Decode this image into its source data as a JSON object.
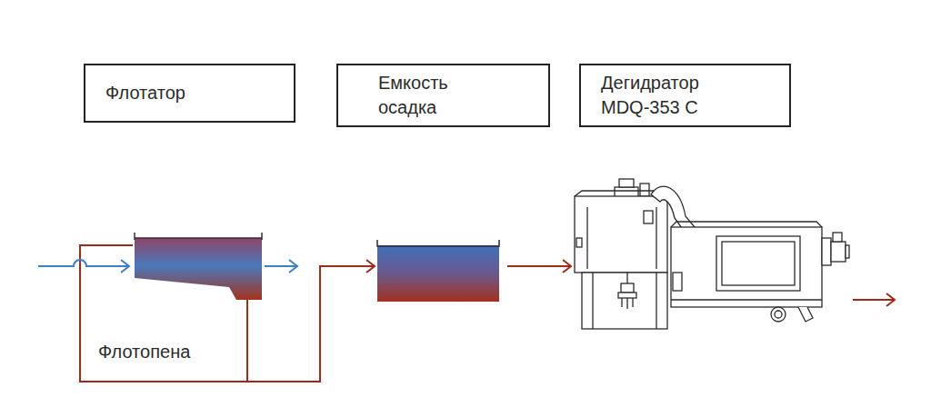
{
  "diagram": {
    "nodes": [
      {
        "text": [
          "Флотатор"
        ]
      },
      {
        "text": [
          "Емкость осадка"
        ]
      },
      {
        "text": [
          "Дегидратор MDQ-353 C"
        ]
      }
    ],
    "labels": [
      "Флотопена"
    ]
  }
}
